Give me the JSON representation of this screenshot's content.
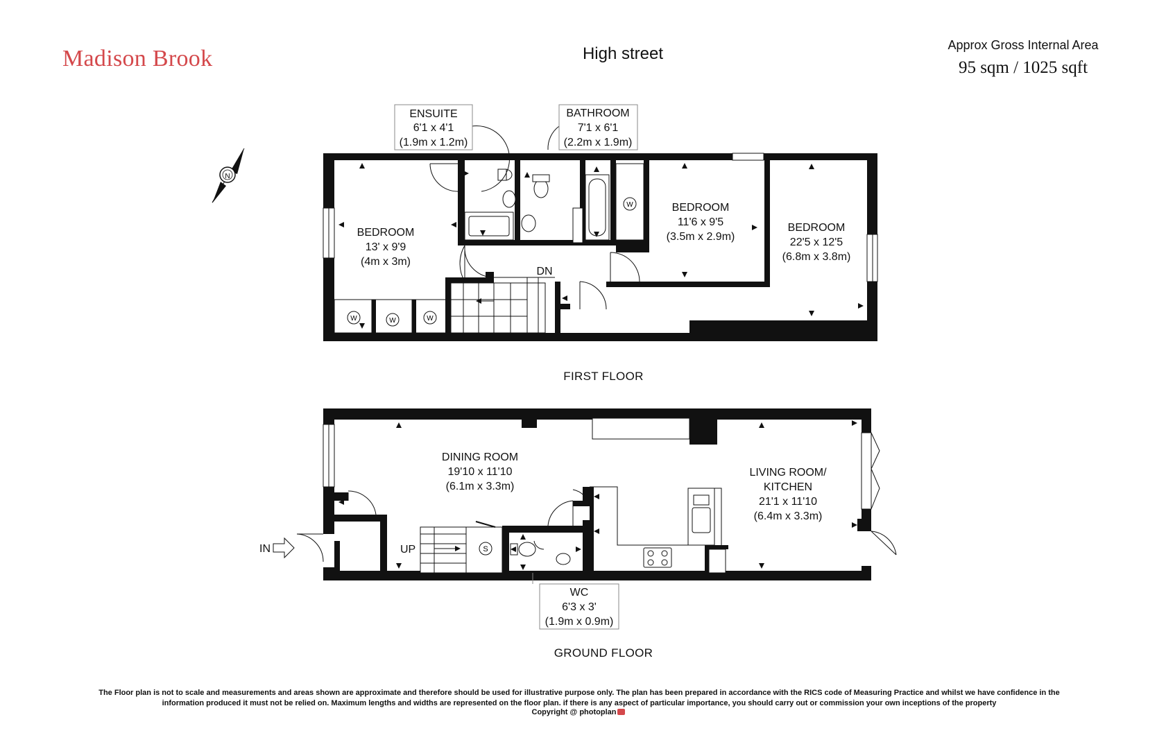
{
  "header": {
    "brand": "Madison Brook",
    "title": "High street",
    "area_label": "Approx Gross Internal Area",
    "area_value": "95 sqm / 1025 sqft"
  },
  "compass": {
    "letter": "N"
  },
  "first_floor": {
    "label": "FIRST FLOOR",
    "dn_label": "DN",
    "wardrobe_letter": "W",
    "rooms": [
      {
        "name": "BEDROOM",
        "imperial": "13' x 9'9",
        "metric": "(4m x 3m)"
      },
      {
        "name": "BEDROOM",
        "imperial": "11'6 x 9'5",
        "metric": "(3.5m x 2.9m)"
      },
      {
        "name": "BEDROOM",
        "imperial": "22'5 x 12'5",
        "metric": "(6.8m x 3.8m)"
      }
    ],
    "boxed_rooms": [
      {
        "name": "ENSUITE",
        "imperial": "6'1 x 4'1",
        "metric": "(1.9m x 1.2m)"
      },
      {
        "name": "BATHROOM",
        "imperial": "7'1 x 6'1",
        "metric": "(2.2m x 1.9m)"
      }
    ]
  },
  "ground_floor": {
    "label": "GROUND FLOOR",
    "in_label": "IN",
    "up_label": "UP",
    "store_letter": "S",
    "rooms": [
      {
        "name": "DINING ROOM",
        "imperial": "19'10 x 11'10",
        "metric": "(6.1m x 3.3m)"
      },
      {
        "name": "LIVING ROOM/",
        "name2": "KITCHEN",
        "imperial": "21'1 x 11'10",
        "metric": "(6.4m x 3.3m)"
      }
    ],
    "boxed_rooms": [
      {
        "name": "WC",
        "imperial": "6'3 x 3'",
        "metric": "(1.9m x 0.9m)"
      }
    ]
  },
  "footer": {
    "disclaimer": "The Floor plan is not to scale and measurements and areas shown are approximate and therefore should be used for illustrative purpose only. The plan has been prepared in accordance with the RICS code of Measuring Practice and whilst we have confidence in the information produced it must not be relied on. Maximum  lengths and widths are represented on the floor plan. if there is any aspect of particular importance, you should carry out or commission your own inceptions of the property",
    "copyright_prefix": "Copyright @",
    "copyright_brand": "photoplan"
  },
  "colors": {
    "brand": "#d4484b",
    "wall": "#111111"
  }
}
